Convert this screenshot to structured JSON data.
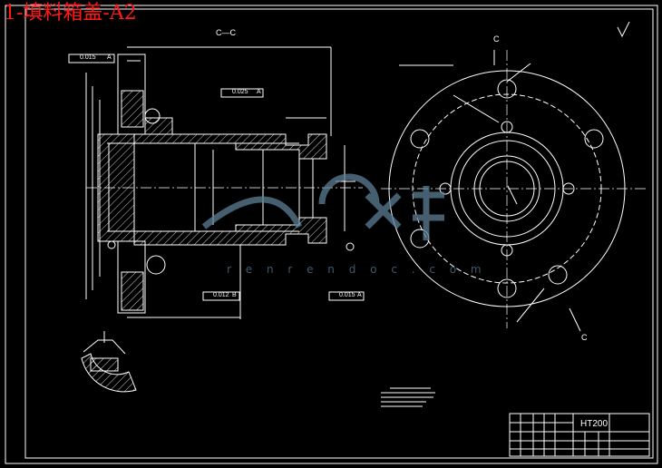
{
  "drawing": {
    "title": "1-填料箱盖-A2",
    "section_label": "C—C",
    "cut_marker_top": "C",
    "cut_marker_bottom": "C",
    "watermark": "r e n r e n d o c . c o m",
    "material": "HT200",
    "tolerance_box_1": "0.025",
    "tolerance_box_1_datum": "A",
    "tolerance_box_2": "0.015",
    "tolerance_box_2_datum": "A",
    "tolerance_box_3": "0.012",
    "tolerance_box_3_datum": "B",
    "tolerance_box_4": "0.015",
    "tolerance_box_4_datum": "A",
    "colors": {
      "background": "#000000",
      "line": "#ffffff",
      "title": "#ff1a1a",
      "watermark": "#5d7f96"
    }
  }
}
